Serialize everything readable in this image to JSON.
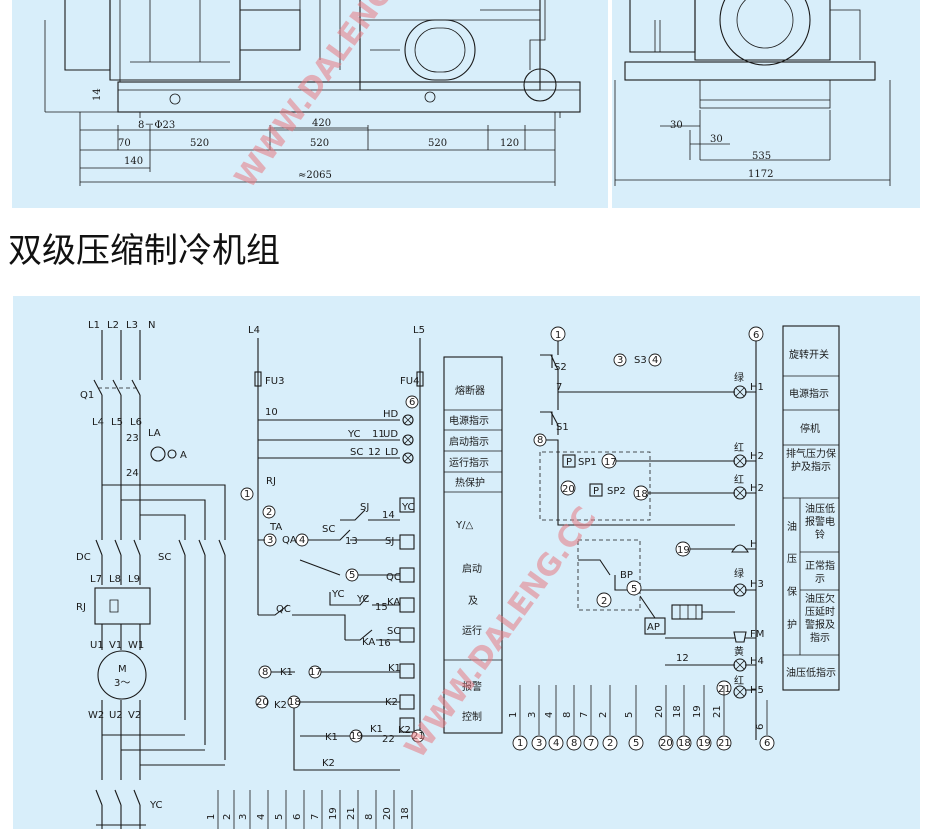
{
  "section_title": "双级压缩制冷机组",
  "watermark": "WWW.DALENG.CC",
  "top_drawing": {
    "front_dims": [
      "14",
      "8－Φ23",
      "420",
      "70",
      "520",
      "520",
      "520",
      "120",
      "140",
      "≈2065"
    ],
    "side_dims": [
      "30",
      "30",
      "535",
      "1172"
    ]
  },
  "power_circuit": {
    "phases": [
      "L1",
      "L2",
      "L3",
      "N"
    ],
    "labels": [
      "Q1",
      "L4",
      "L5",
      "L6",
      "23",
      "LA",
      "A",
      "24",
      "DC",
      "SC",
      "L7",
      "L8",
      "L9",
      "RJ",
      "U1",
      "V1",
      "W1",
      "M",
      "3～",
      "W2",
      "U2",
      "V2",
      "YC"
    ]
  },
  "control_circuit": {
    "rails": [
      "L4",
      "L5"
    ],
    "fuses": [
      "FU3",
      "FU4"
    ],
    "labels": [
      "10",
      "HD",
      "6",
      "YC",
      "11",
      "UD",
      "SC",
      "12",
      "LD",
      "1",
      "RJ",
      "2",
      "TA",
      "3",
      "QA",
      "4",
      "SC",
      "13",
      "SJ",
      "14",
      "YC",
      "SJ",
      "5",
      "QC",
      "YC",
      "15",
      "KA",
      "YC",
      "QC",
      "SC",
      "KA",
      "16",
      "8",
      "K1",
      "17",
      "K1",
      "20",
      "K2",
      "18",
      "K2",
      "K1",
      "19",
      "K1",
      "22",
      "K2",
      "21",
      "K2"
    ],
    "side_labels": [
      "熔断器",
      "电源指示",
      "启动指示",
      "运行指示",
      "热保护",
      "Y/△",
      "启动",
      "及",
      "运行",
      "报警",
      "控制"
    ],
    "bottom_numbers": [
      "1",
      "2",
      "3",
      "4",
      "5",
      "6",
      "7",
      "19",
      "21",
      "8",
      "20",
      "18"
    ]
  },
  "alarm_circuit": {
    "labels": [
      "1",
      "S2",
      "7",
      "3",
      "S3",
      "4",
      "S1",
      "8",
      "P",
      "SP1",
      "17",
      "20",
      "P",
      "SP2",
      "18",
      "19",
      "BP",
      "5",
      "2",
      "AP",
      "12",
      "21",
      "6",
      "H1",
      "H2",
      "H2",
      "H",
      "H3",
      "FM",
      "H4",
      "H5"
    ],
    "lamp_colors": [
      "绿",
      "红",
      "红",
      "绿",
      "黄",
      "红"
    ],
    "bottom_numbers": [
      "1",
      "3",
      "4",
      "8",
      "7",
      "2",
      "5",
      "20",
      "18",
      "19",
      "21",
      "6"
    ],
    "legend": [
      "旋转开关",
      "电源指示",
      "停机",
      "排气压力保护及指示",
      "油压低报警电铃",
      "正常指示",
      "油压欠压延时警报及指示",
      "油压低指示"
    ],
    "oil_group": [
      "油",
      "压",
      "保",
      "护"
    ]
  }
}
